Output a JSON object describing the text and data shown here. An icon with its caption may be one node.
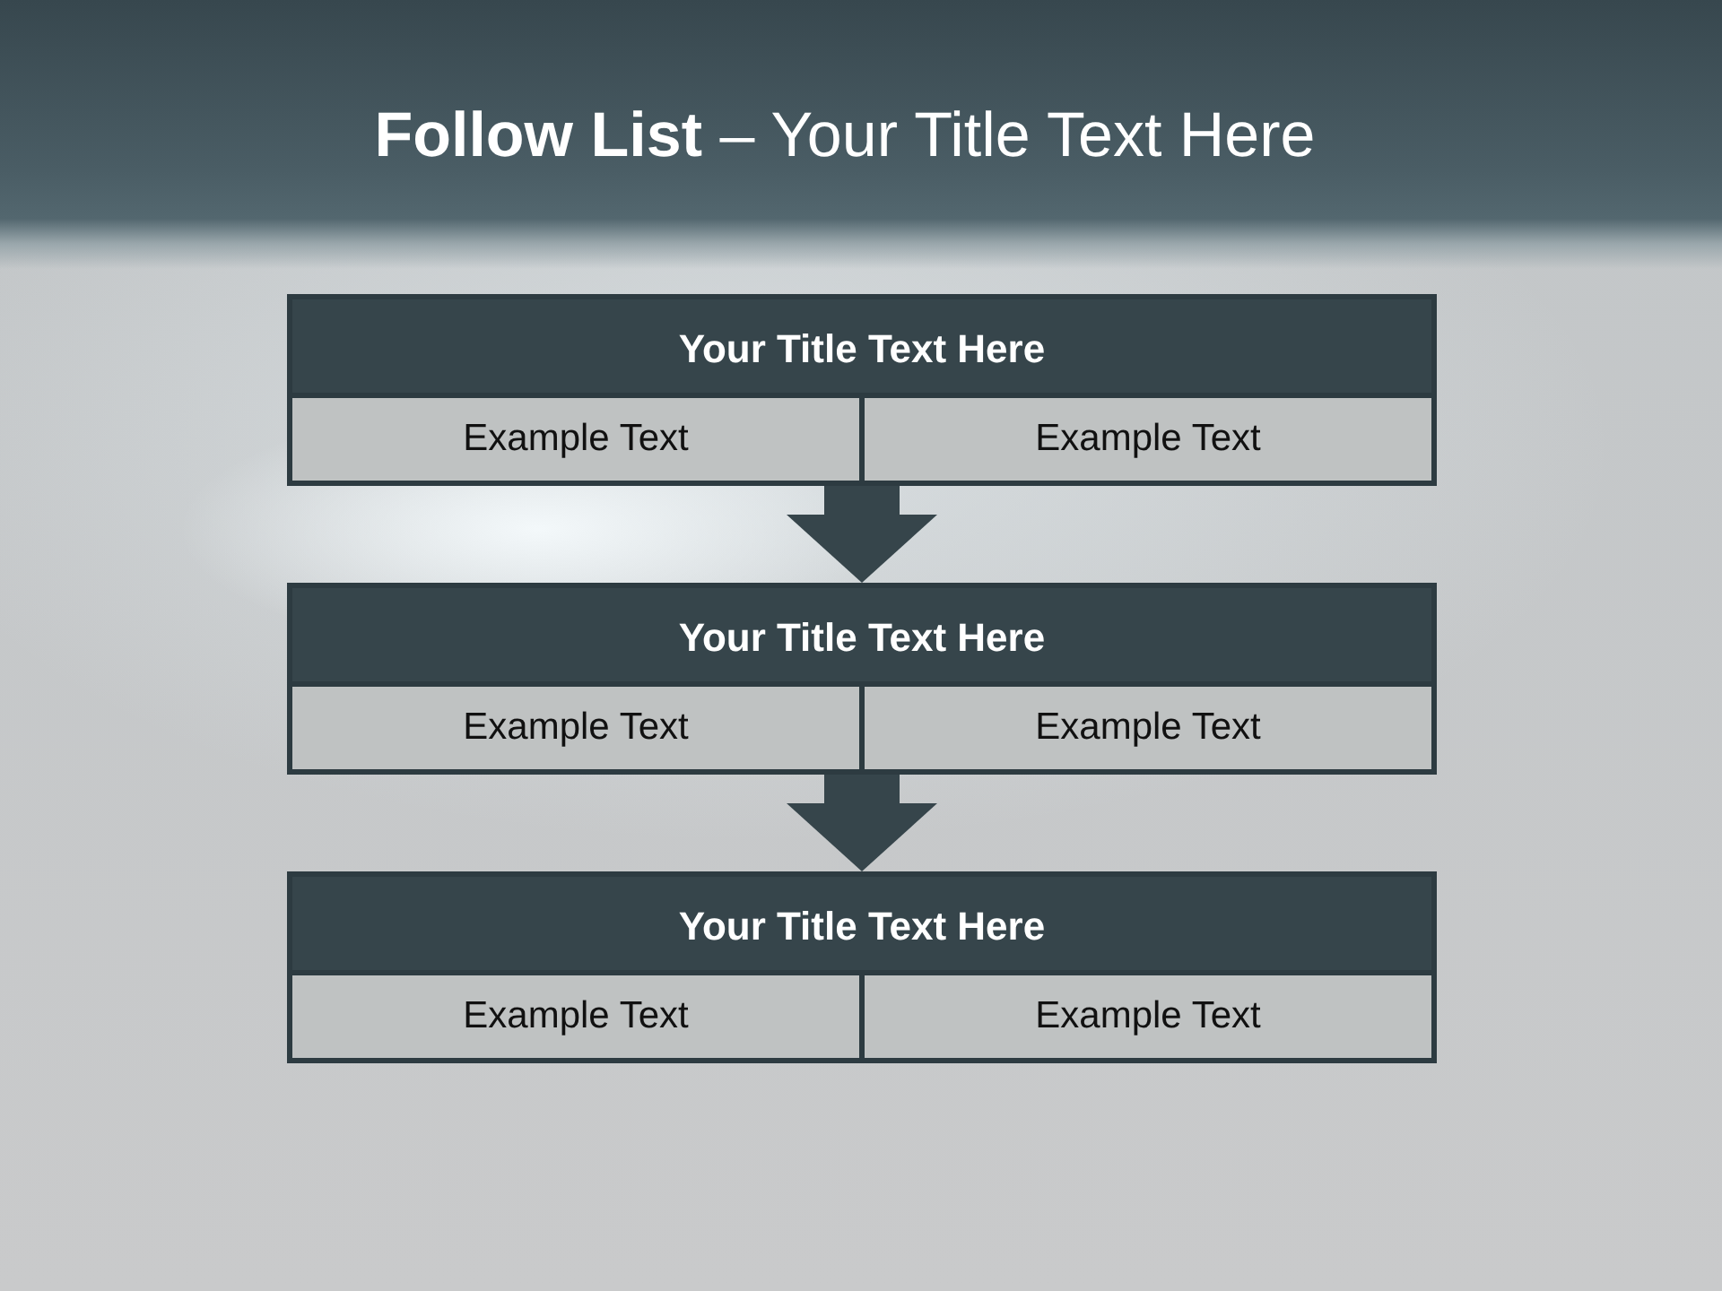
{
  "diagram": {
    "title": "**Follow List** – Your Title Text Here",
    "nodes": [
      {
        "text": [
          "Your Title Text Here"
        ]
      },
      {
        "text": [
          "Example Text"
        ],
        "in": 0
      },
      {
        "text": [
          "Example Text"
        ],
        "in": 0
      },
      {
        "text": [
          "Your Title Text Here"
        ]
      },
      {
        "text": [
          "Example Text"
        ],
        "in": 3
      },
      {
        "text": [
          "Example Text"
        ],
        "in": 3
      },
      {
        "text": [
          "Your Title Text Here"
        ]
      },
      {
        "text": [
          "Example Text"
        ],
        "in": 6
      },
      {
        "text": [
          "Example Text"
        ],
        "in": 6
      }
    ],
    "edges": [
      {
        "from": 0,
        "to": 3,
        "arrow": "to"
      },
      {
        "from": 3,
        "to": 6,
        "arrow": "to"
      }
    ]
  }
}
